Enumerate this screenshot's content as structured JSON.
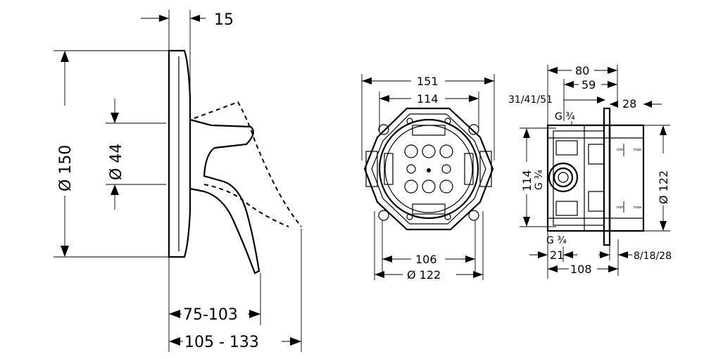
{
  "left_view": {
    "dim_plate_thickness": "15",
    "dim_diameter_plate": "Ø 150",
    "dim_diameter_lever": "Ø 44",
    "dim_lever_range": "75-103",
    "dim_total_range": "105 - 133"
  },
  "front_view": {
    "dim_outer_width": "151",
    "dim_inner_width": "114",
    "dim_bottom_width": "106",
    "dim_bottom_diameter": "Ø 122"
  },
  "side_view": {
    "dim_top_80": "80",
    "dim_top_59": "59",
    "dim_depth_options": "31/41/51",
    "dim_28": "28",
    "thread_top": "G ¾",
    "thread_mid": "G ¾",
    "thread_bottom": "G ¾",
    "dim_height_114": "114",
    "dim_diameter_122": "Ø 122",
    "dim_21": "21",
    "dim_108": "108",
    "dim_depth_8_18_28": "8/18/28",
    "label_min": "min.",
    "label_max": "max."
  }
}
